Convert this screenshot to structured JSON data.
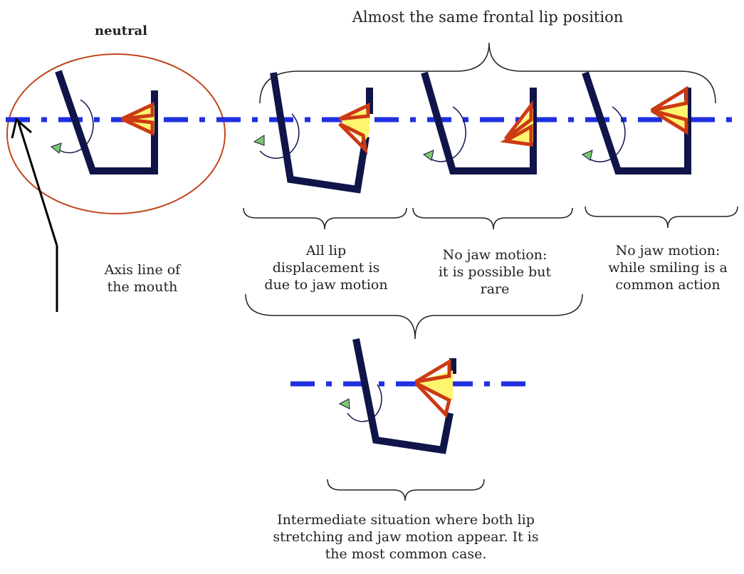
{
  "labels": {
    "neutral": "neutral",
    "top_title": "Almost the same frontal lip position",
    "axis_label": "Axis line of\nthe mouth",
    "case_jaw": "All lip\ndisplacement is\ndue to jaw motion",
    "case_no_jaw_rare": "No jaw motion:\nit is possible but\nrare",
    "case_no_jaw_smile": "No jaw motion:\nwhile smiling is a\ncommon action",
    "intermediate": "Intermediate situation where both lip\nstretching and jaw motion appear. It is\nthe most common case."
  },
  "colors": {
    "jaw": "#0f1449",
    "axis": "#1f2fe0",
    "lip": "#cc3a12",
    "lip_fill": "#fff56e",
    "neutral_circle": "#c0471c",
    "arrow_head": "#7ec86a",
    "text": "#222222"
  }
}
